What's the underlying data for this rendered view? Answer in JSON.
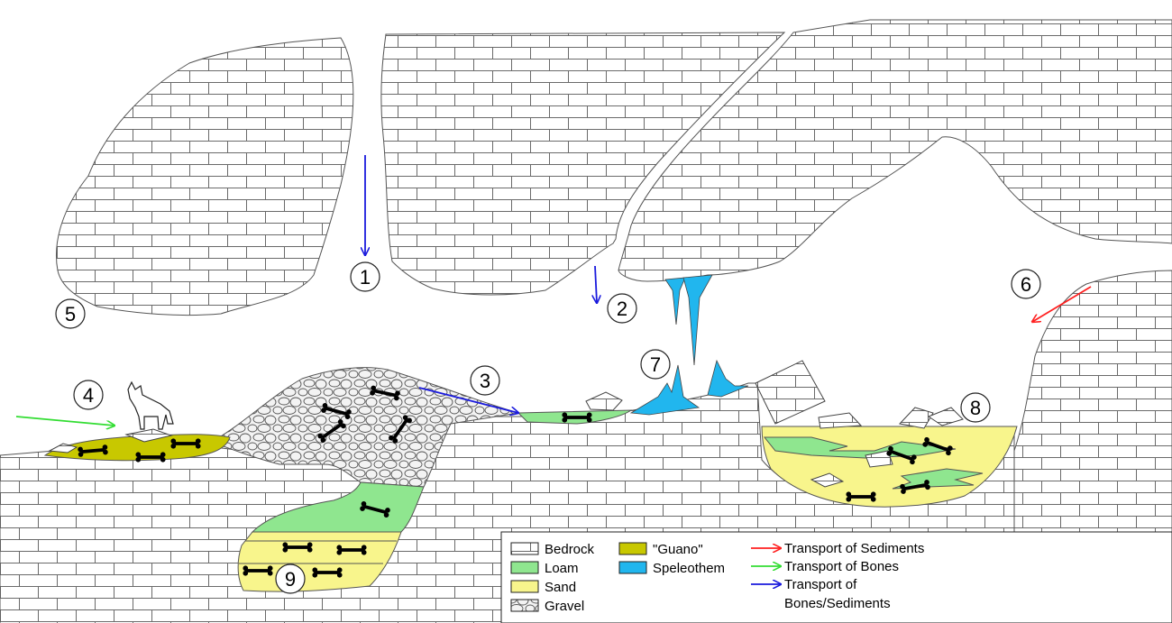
{
  "colors": {
    "rock_fill": "#ffffff",
    "rock_line": "#555555",
    "loam": "#8fe68f",
    "sand": "#f8f58c",
    "guano": "#c8c800",
    "speleothem": "#21b6ee",
    "gravel": "#f2f2f2",
    "bone": "#000000",
    "red": "#ff2020",
    "green": "#33dd33",
    "blue": "#1a1add"
  },
  "site_numbers": [
    "1",
    "2",
    "3",
    "4",
    "5",
    "6",
    "7",
    "8",
    "9"
  ],
  "legend": {
    "bedrock": "Bedrock",
    "loam": "Loam",
    "sand": "Sand",
    "gravel": "Gravel",
    "guano": "\"Guano\"",
    "speleothem": "Speleothem",
    "transport_sediments": "Transport of Sediments",
    "transport_bones": "Transport of Bones",
    "transport_both_line1": "Transport of",
    "transport_both_line2": "Bones/Sediments"
  }
}
